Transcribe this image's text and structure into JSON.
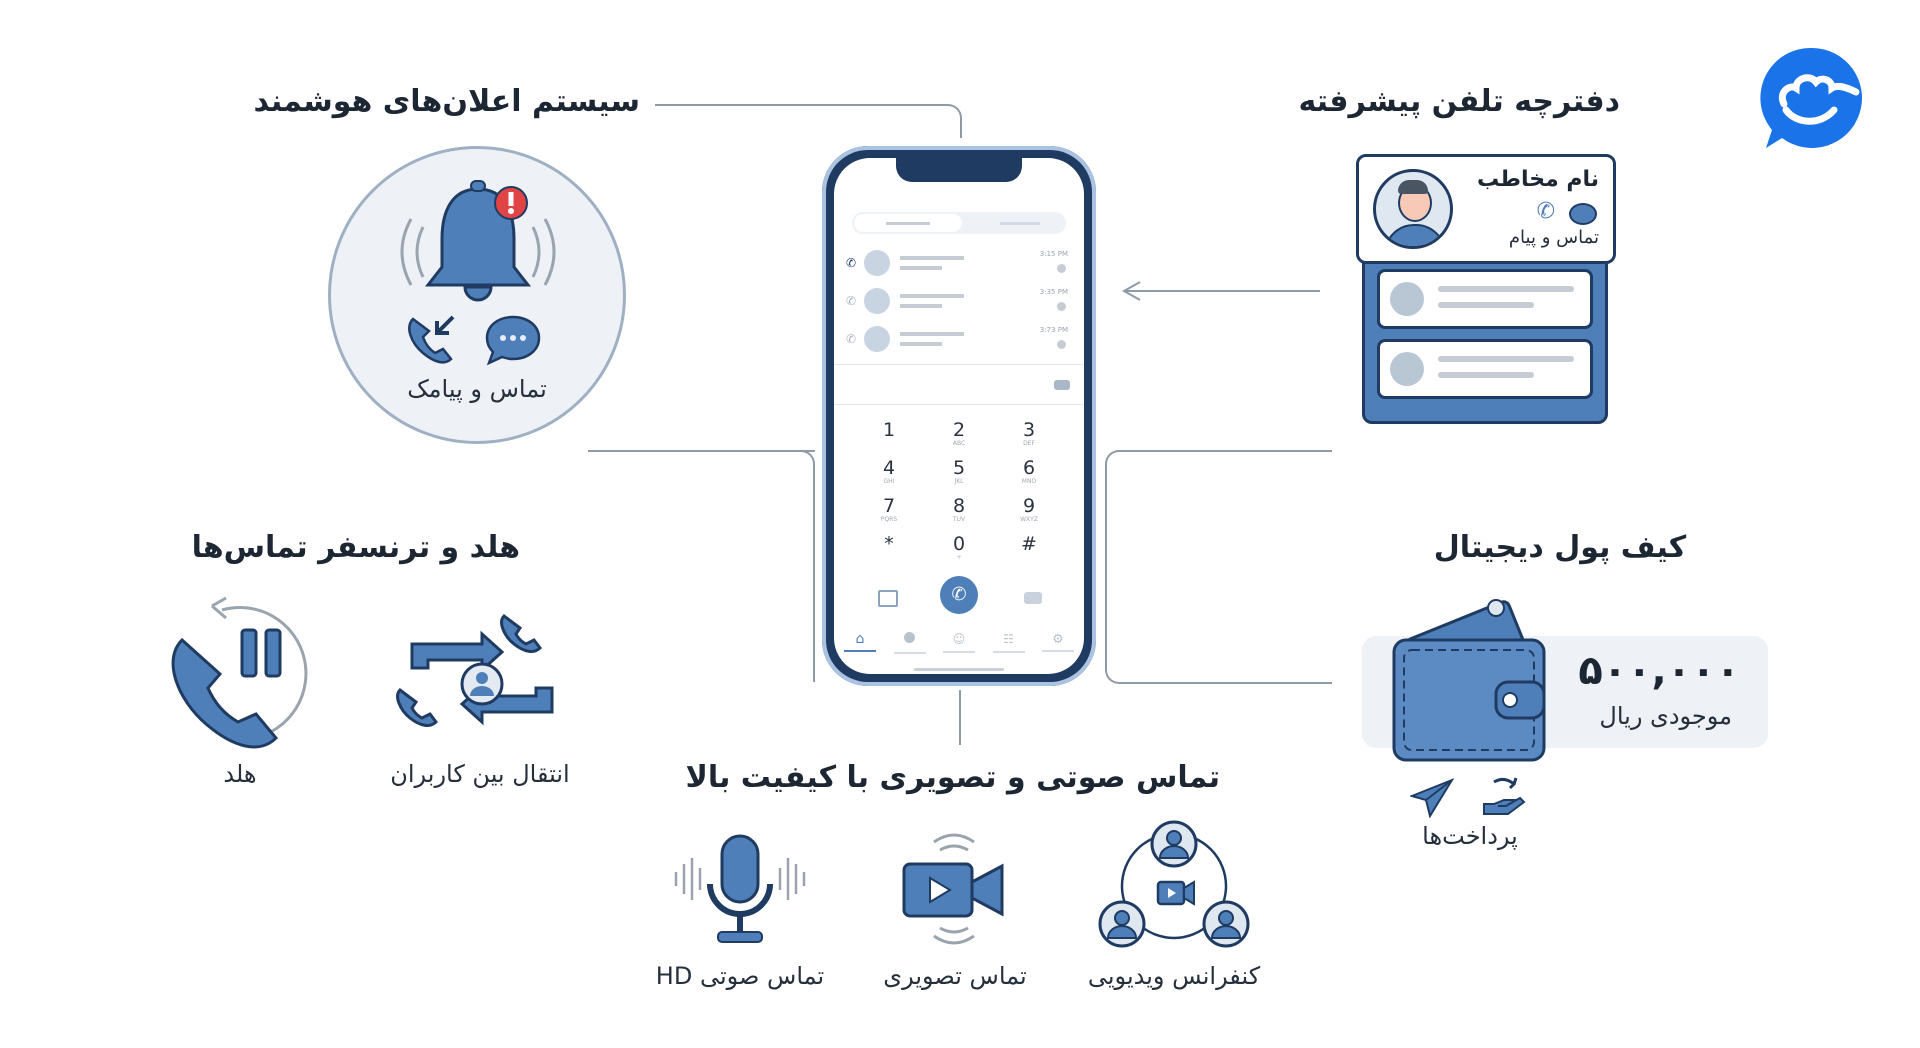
{
  "brand": {
    "logo_icon": "cloud-chat-logo-icon",
    "color": "#1a73e8"
  },
  "colors": {
    "accent": "#4f7fb8",
    "dark": "#1f3b62",
    "light_fill": "#eef1f6",
    "connector": "#8e9aa6",
    "alert": "#e14444"
  },
  "features": {
    "notifications": {
      "title": "سیستم اعلان‌های هوشمند",
      "caption": "تماس و پیامک",
      "icons": [
        "bell-icon",
        "alert-badge-icon",
        "incoming-call-icon",
        "chat-bubble-icon"
      ]
    },
    "phonebook": {
      "title": "دفترچه تلفن پیشرفته",
      "contact_name": "نام مخاطب",
      "contact_caption": "تماس و پیام",
      "icons": [
        "avatar-icon",
        "phone-icon",
        "chat-icon"
      ]
    },
    "hold_transfer": {
      "title": "هلد و ترنسفر تماس‌ها",
      "items": [
        {
          "label": "هلد",
          "icon": "call-hold-icon"
        },
        {
          "label": "انتقال بین کاربران",
          "icon": "call-transfer-icon"
        }
      ]
    },
    "wallet": {
      "title": "کیف پول دیجیتال",
      "balance": "۵۰۰,۰۰۰",
      "balance_label": "موجودی ریال",
      "payments_label": "پرداخت‌ها",
      "icons": [
        "wallet-icon",
        "send-icon",
        "hand-money-icon"
      ]
    },
    "calls": {
      "title": "تماس صوتی و تصویری با کیفیت بالا",
      "items": [
        {
          "label": "تماس صوتی HD",
          "icon": "microphone-icon"
        },
        {
          "label": "تماس تصویری",
          "icon": "video-camera-icon"
        },
        {
          "label": "کنفرانس ویدیویی",
          "icon": "video-conference-icon"
        }
      ]
    }
  },
  "phone": {
    "recent_calls": [
      {
        "time": "3:15 PM"
      },
      {
        "time": "3:35 PM"
      },
      {
        "time": "3:73 PM"
      }
    ],
    "keypad": [
      {
        "digit": "1",
        "letters": ""
      },
      {
        "digit": "2",
        "letters": "ABC"
      },
      {
        "digit": "3",
        "letters": "DEF"
      },
      {
        "digit": "4",
        "letters": "GHI"
      },
      {
        "digit": "5",
        "letters": "JKL"
      },
      {
        "digit": "6",
        "letters": "MNO"
      },
      {
        "digit": "7",
        "letters": "PQRS"
      },
      {
        "digit": "8",
        "letters": "TUV"
      },
      {
        "digit": "9",
        "letters": "WXYZ"
      },
      {
        "digit": "*",
        "letters": ""
      },
      {
        "digit": "0",
        "letters": "+"
      },
      {
        "digit": "#",
        "letters": ""
      }
    ],
    "nav_icons": [
      "home-icon",
      "history-icon",
      "contacts-icon",
      "grid-icon",
      "settings-icon"
    ]
  }
}
